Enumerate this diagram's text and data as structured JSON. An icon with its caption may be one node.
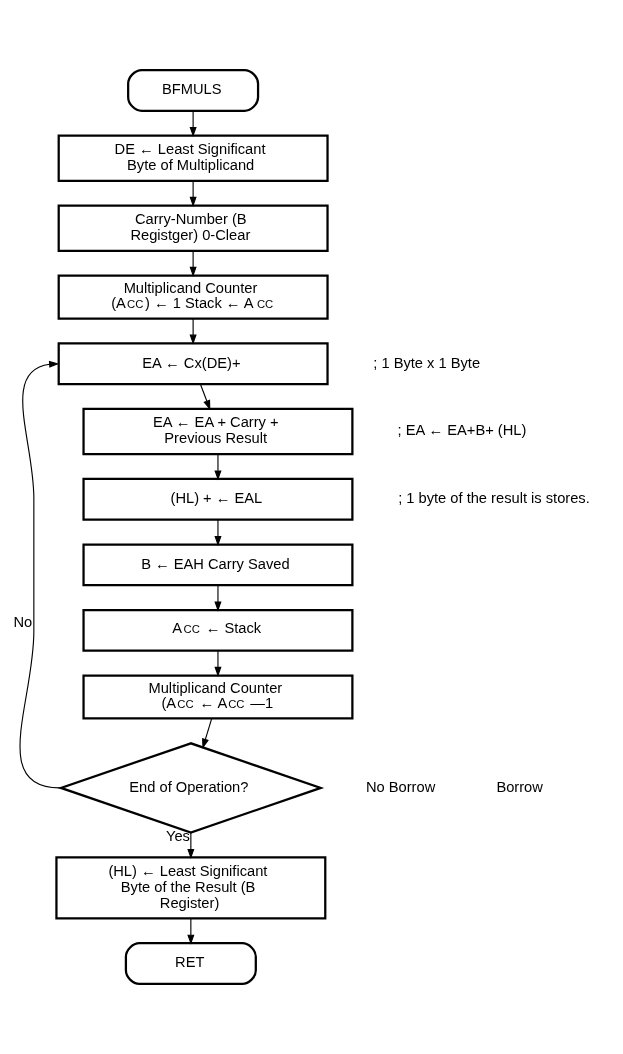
{
  "diagram": {
    "nodes": [
      {
        "text": [
          "BFMULS"
        ]
      },
      {
        "text": [
          "DE ← Least Significant Byte of Multiplicand"
        ]
      },
      {
        "text": [
          "Carry-Number (B Registger) 0-Clear"
        ]
      },
      {
        "text": [
          "Multiplicand Counter (A$_{CC}$) ← 1 Stack ← A$_{CC}$"
        ]
      },
      {
        "text": [
          "EA ← Cx(DE)+"
        ],
        "beside": [
          "; 1 Byte x 1 Byte"
        ]
      },
      {
        "text": [
          "EA ← EA + Carry + Previous Result"
        ],
        "beside": [
          "; EA ← EA+B+ (HL)"
        ]
      },
      {
        "text": [
          "(HL) + ← EAL"
        ],
        "beside": [
          "; 1 byte of the result is stores."
        ]
      },
      {
        "text": [
          "B ← EAH Carry Saved"
        ]
      },
      {
        "text": [
          "A$_{CC}$ ← Stack"
        ]
      },
      {
        "text": [
          "Multiplicand Counter (A$_{CC}$ ← A$_{CC}$ —1"
        ]
      },
      {
        "text": [
          "End of Operation?"
        ]
      },
      {
        "text": [
          "(HL) ← Least Significant Byte of the Result (B Register)"
        ]
      },
      {
        "text": [
          "RET"
        ]
      }
    ],
    "edges": [
      {
        "from": 0,
        "to": 1,
        "arrow": "to"
      },
      {
        "from": 1,
        "to": 2,
        "arrow": "to"
      },
      {
        "from": 2,
        "to": 3,
        "arrow": "to"
      },
      {
        "from": 3,
        "to": 4,
        "arrow": "to"
      },
      {
        "from": 4,
        "to": 5,
        "arrow": "to"
      },
      {
        "from": 5,
        "to": 6,
        "arrow": "to"
      },
      {
        "from": 6,
        "to": 7,
        "arrow": "to"
      },
      {
        "from": 7,
        "to": 8,
        "arrow": "to"
      },
      {
        "from": 8,
        "to": 9,
        "arrow": "to"
      },
      {
        "from": 9,
        "to": 10,
        "arrow": "to"
      },
      {
        "from": 10,
        "to": 4,
        "arrow": "to",
        "label": "No"
      },
      {
        "from": 10,
        "to": 11,
        "arrow": "to",
        "label": "Yes"
      },
      {
        "from": 11,
        "to": 12,
        "arrow": "to"
      }
    ],
    "labels": [
      "No Borrow",
      "Borrow"
    ]
  }
}
